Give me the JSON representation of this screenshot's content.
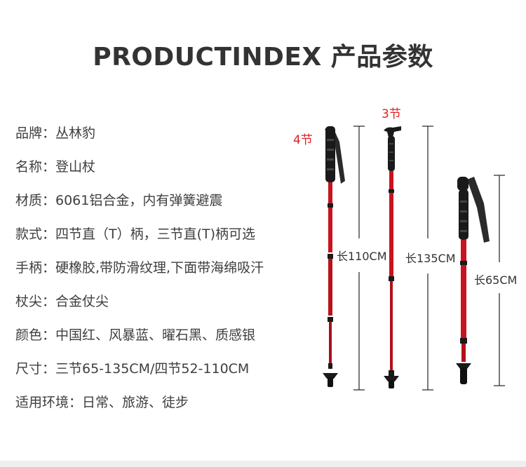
{
  "title": "PRODUCTINDEX  产品参数",
  "specs": [
    "品牌：丛林豹",
    "名称：登山杖",
    "材质：6061铝合金，内有弹簧避震",
    "款式：四节直（T）柄，三节直(T)柄可选",
    "手柄：硬橡胶,带防滑纹理,下面带海绵吸汗",
    "杖尖：合金仗尖",
    "颜色：中国红、风暴蓝、曜石黑、质感银",
    "尺寸：三节65-135CM/四节52-110CM",
    "适用环境：日常、旅游、徒步"
  ],
  "figure": {
    "label_4": "4节",
    "label_3": "3节",
    "len_110": "长110CM",
    "len_135": "长135CM",
    "len_65": "长65CM"
  },
  "colors": {
    "pole_red": "#c8141e",
    "label_red": "#e02020",
    "handle_black": "#1a1a1a"
  }
}
